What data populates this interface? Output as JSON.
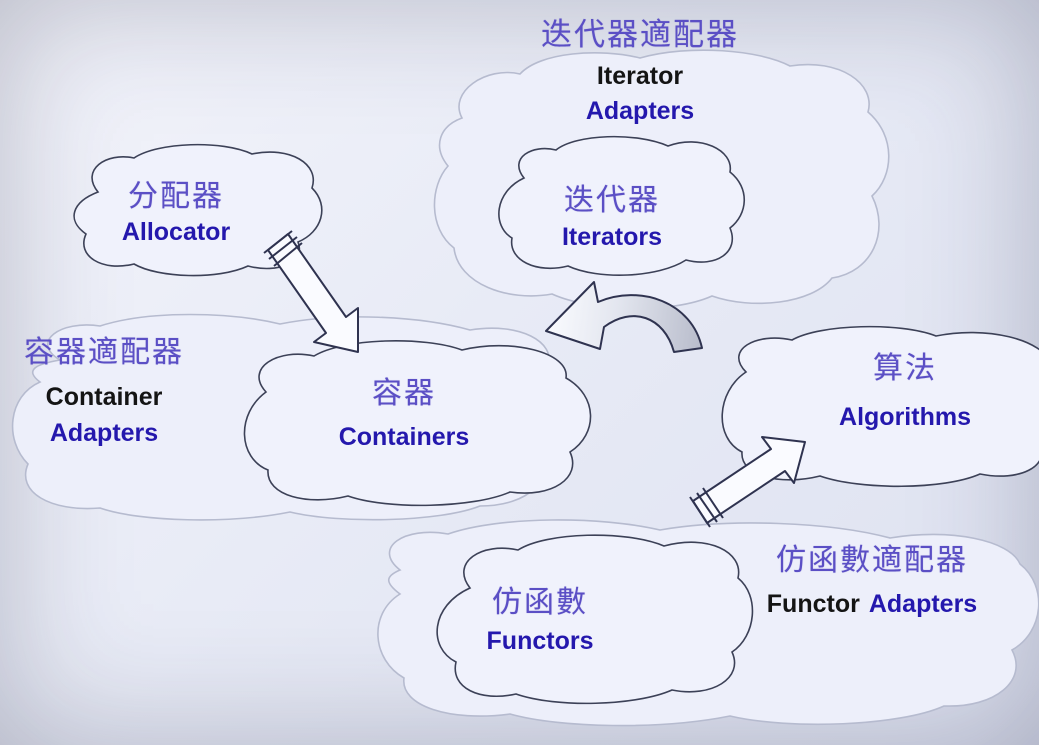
{
  "colors": {
    "chinese_text": "#5b4fc5",
    "english_blue": "#2418ad",
    "english_black": "#141414",
    "cloud_outline_dark": "#3c4157",
    "cloud_outline_light": "#b6bbcf",
    "background": "#e8ebf6",
    "arrow_fill": "#fafbff",
    "curved_arrow_shade": "#b9bdcc"
  },
  "nodes": {
    "iterator_adapters": {
      "zh": "迭代器適配器",
      "en_line1": "Iterator",
      "en_line2": "Adapters"
    },
    "iterators": {
      "zh": "迭代器",
      "en": "Iterators"
    },
    "allocator": {
      "zh": "分配器",
      "en": "Allocator"
    },
    "container_adapters": {
      "zh": "容器適配器",
      "en_line1": "Container",
      "en_line2": "Adapters"
    },
    "containers": {
      "zh": "容器",
      "en": "Containers"
    },
    "algorithms": {
      "zh": "算法",
      "en": "Algorithms"
    },
    "functors": {
      "zh": "仿函數",
      "en": "Functors"
    },
    "functor_adapters": {
      "zh": "仿函數適配器",
      "en_word1": "Functor",
      "en_word2": "Adapters"
    }
  },
  "arrows": [
    {
      "name": "allocator-to-containers",
      "from": "Allocator",
      "to": "Containers"
    },
    {
      "name": "algorithms-to-iterators-curved",
      "from": "Algorithms",
      "to": "Iterators/Containers"
    },
    {
      "name": "functors-to-algorithms",
      "from": "Functors",
      "to": "Algorithms"
    }
  ]
}
